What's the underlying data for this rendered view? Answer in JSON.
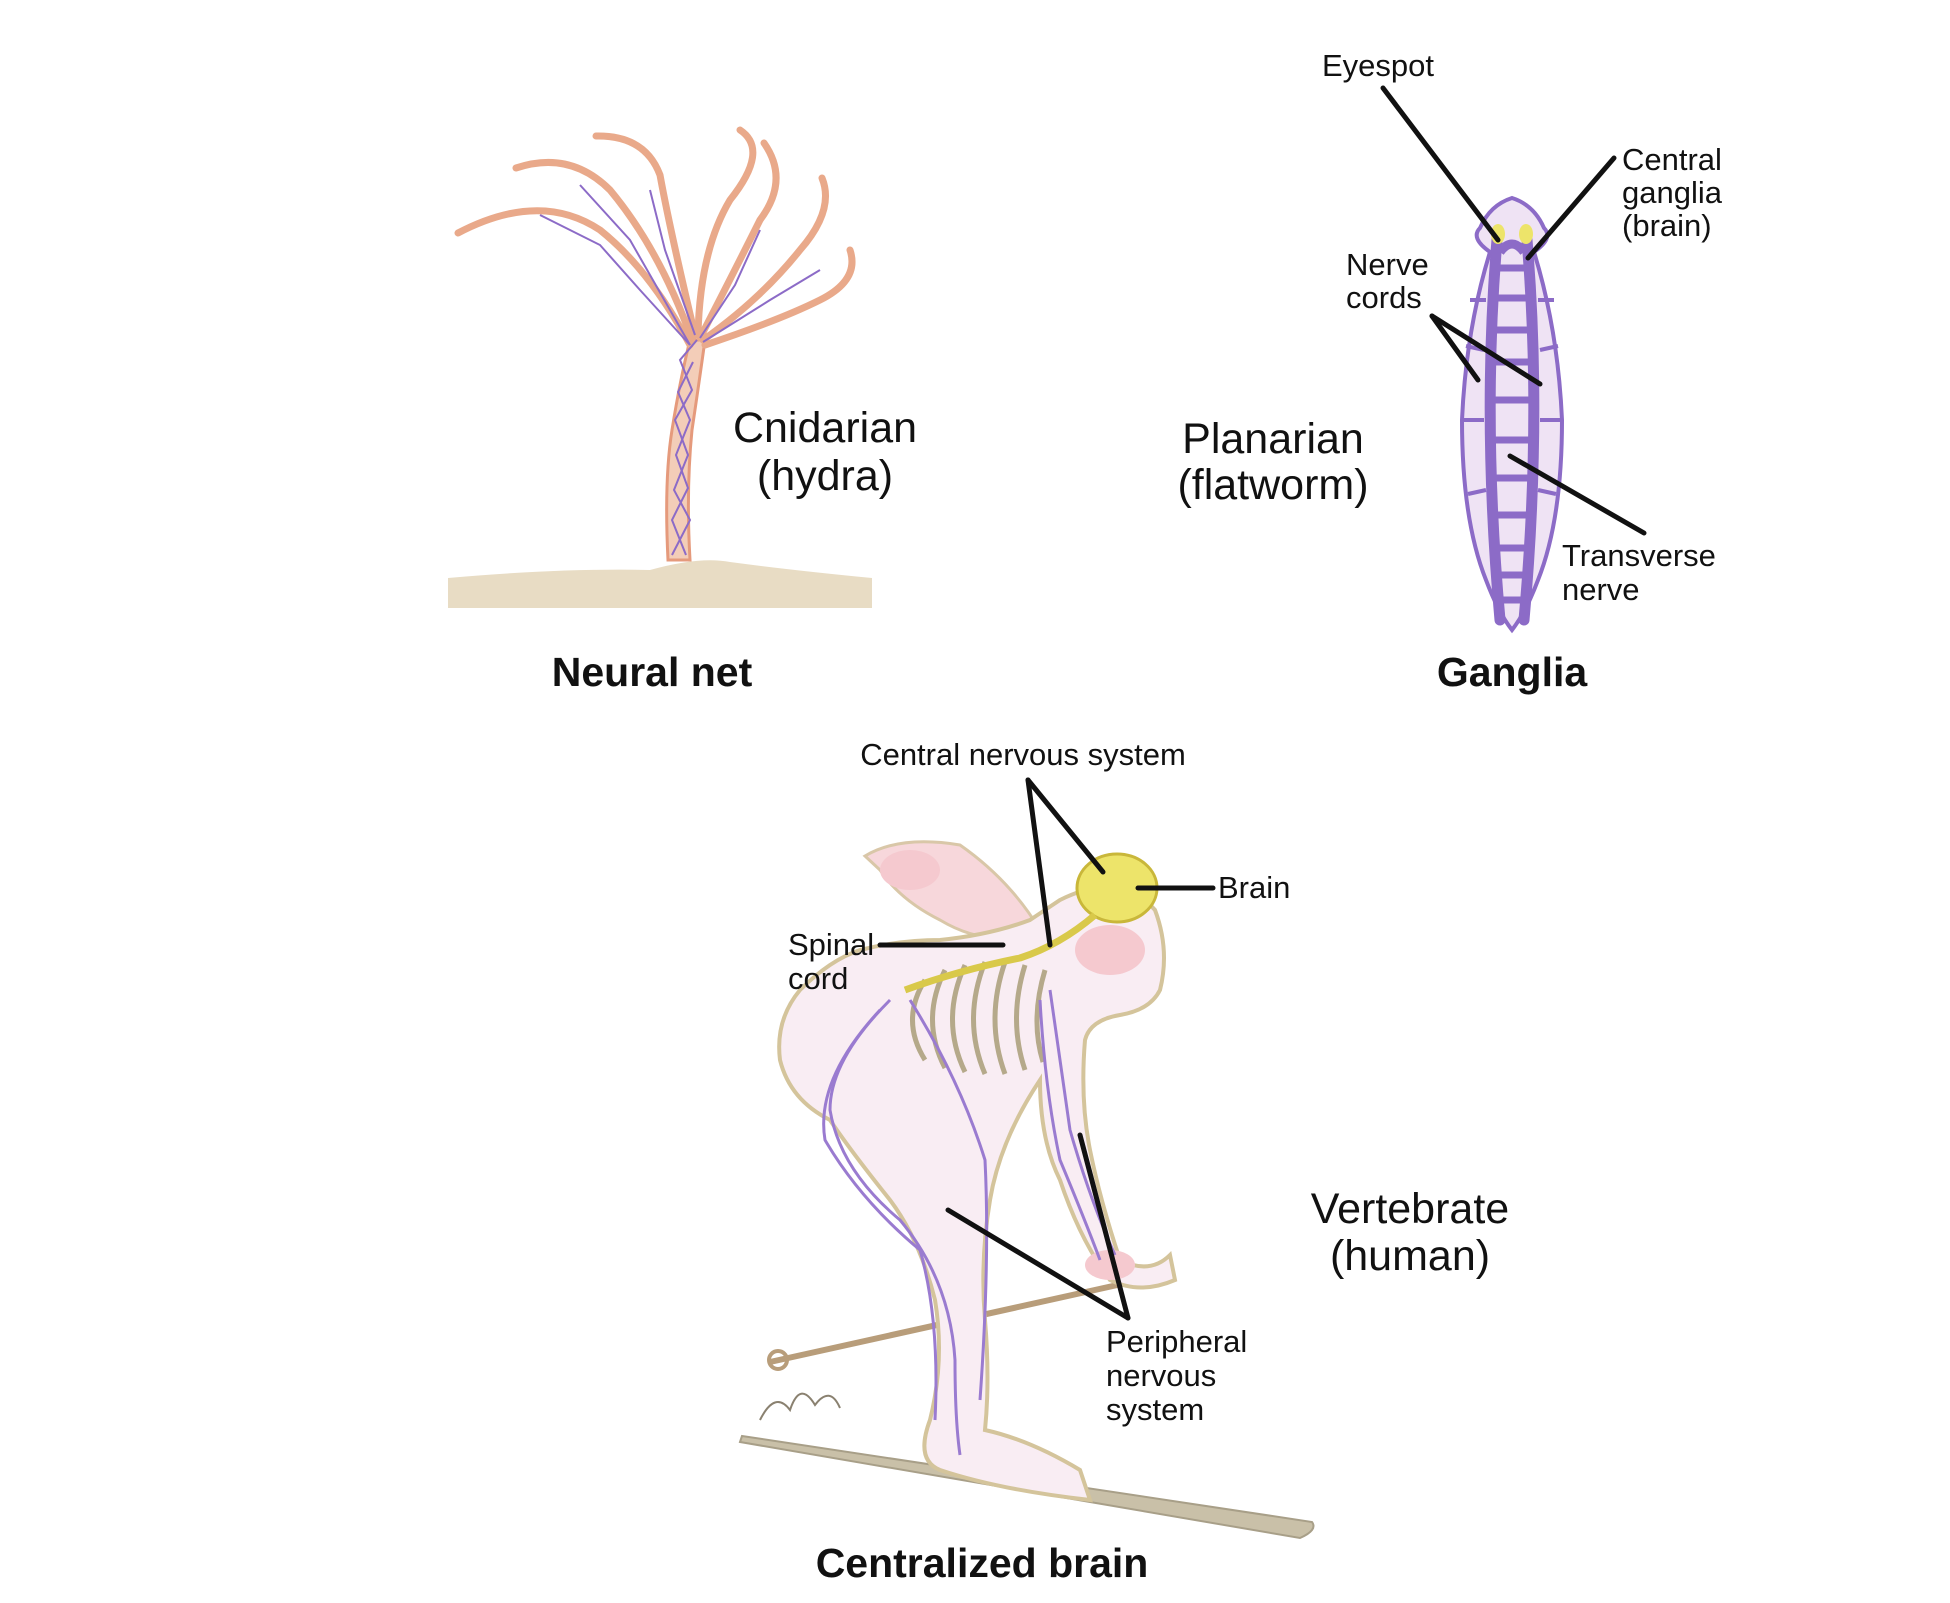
{
  "panels": {
    "hydra": {
      "species_line1": "Cnidarian",
      "species_line2": "(hydra)",
      "title": "Neural net"
    },
    "planarian": {
      "species_line1": "Planarian",
      "species_line2": "(flatworm)",
      "title": "Ganglia",
      "labels": {
        "eyespot": "Eyespot",
        "central_ganglia_1": "Central",
        "central_ganglia_2": "ganglia",
        "central_ganglia_3": "(brain)",
        "nerve_cords_1": "Nerve",
        "nerve_cords_2": "cords",
        "transverse_1": "Transverse",
        "transverse_2": "nerve"
      }
    },
    "human": {
      "species_line1": "Vertebrate",
      "species_line2": "(human)",
      "title": "Centralized brain",
      "labels": {
        "cns": "Central nervous system",
        "brain": "Brain",
        "spinal_1": "Spinal",
        "spinal_2": "cord",
        "pns_1": "Peripheral",
        "pns_2": "nervous",
        "pns_3": "system"
      }
    }
  },
  "colors": {
    "nerve": "#8c6bc7",
    "hydra_body": "#e9a98a",
    "sand": "#e8dcc4",
    "flatworm_fill": "#efe3f4",
    "brain": "#ede46a",
    "skin_pink": "#f5c9cf"
  }
}
